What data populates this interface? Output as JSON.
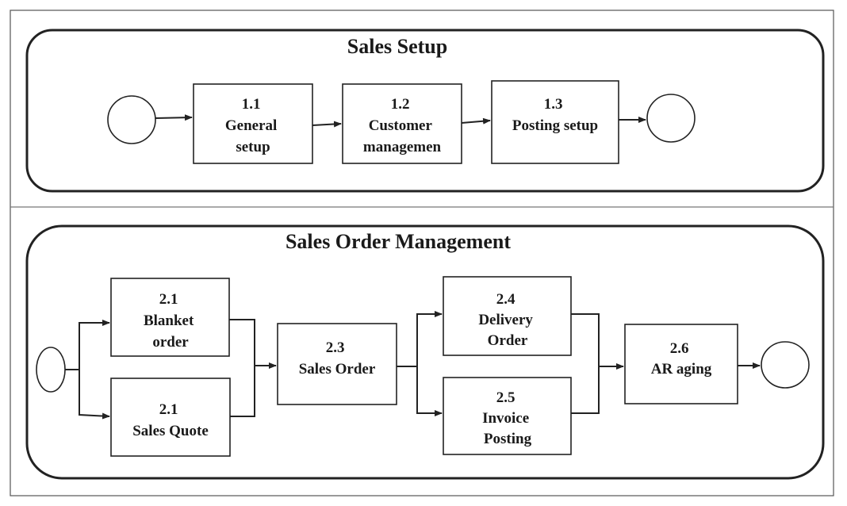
{
  "panels": {
    "sales_setup": {
      "title": "Sales Setup",
      "boxes": [
        {
          "id": "1.1",
          "lines": [
            "1.1",
            "General",
            "setup"
          ]
        },
        {
          "id": "1.2",
          "lines": [
            "1.2",
            "Customer",
            "managemen"
          ]
        },
        {
          "id": "1.3",
          "lines": [
            "1.3",
            "Posting setup"
          ]
        }
      ]
    },
    "sales_order_management": {
      "title": "Sales Order Management",
      "boxes": [
        {
          "id": "2.1-blanket",
          "lines": [
            "2.1",
            "Blanket",
            "order"
          ]
        },
        {
          "id": "2.1-quote",
          "lines": [
            "2.1",
            "Sales Quote"
          ]
        },
        {
          "id": "2.3",
          "lines": [
            "2.3",
            "Sales Order"
          ]
        },
        {
          "id": "2.4",
          "lines": [
            "2.4",
            "Delivery",
            "Order"
          ]
        },
        {
          "id": "2.5",
          "lines": [
            "2.5",
            "Invoice",
            "Posting"
          ]
        },
        {
          "id": "2.6",
          "lines": [
            "2.6",
            "AR aging"
          ]
        }
      ]
    }
  },
  "colors": {
    "stroke": "#222222",
    "frame": "#555555",
    "background": "#ffffff"
  }
}
